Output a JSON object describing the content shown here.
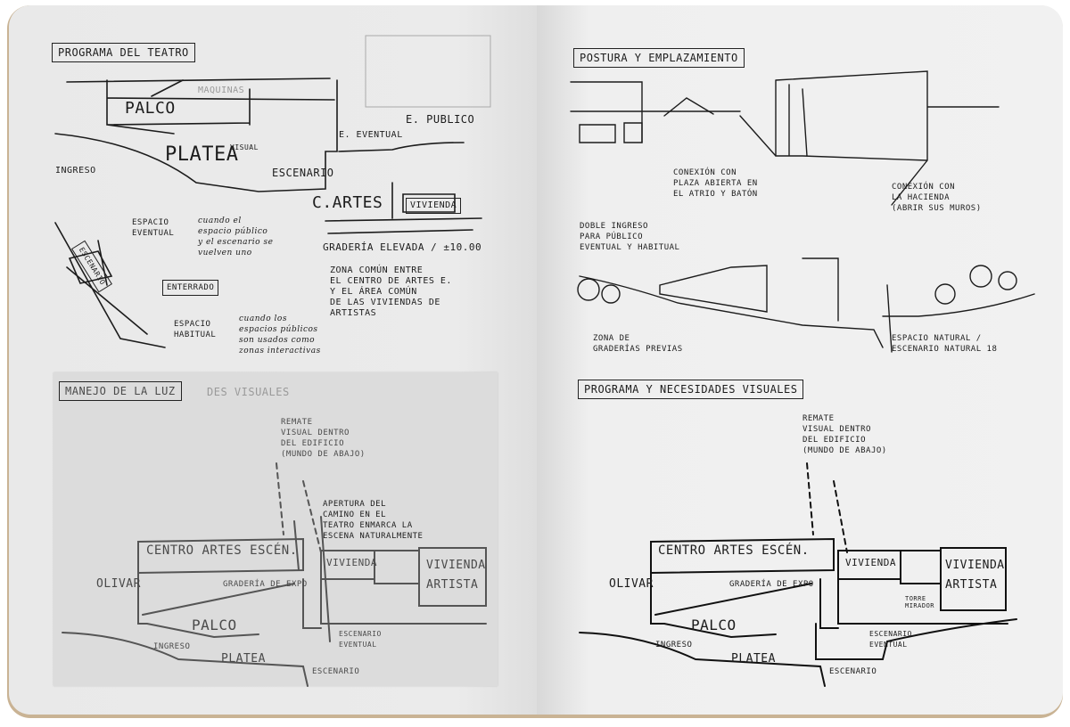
{
  "left_page": {
    "top": {
      "title": "PROGRAMA DEL TEATRO",
      "labels": [
        "MAQUINAS",
        "PALCO",
        "PLATEA",
        "VISUAL",
        "INGRESO",
        "E. EVENTUAL",
        "E. PUBLICO",
        "ESCENARIO",
        "C.ARTES",
        "VIVIENDA",
        "ESPACIO\nEVENTUAL",
        "cuando el\nespacio público\ny el escenario se\nvuelven uno",
        "ESCENARIO",
        "ENTERRADO",
        "ESPACIO\nHABITUAL",
        "cuando los\nespacios públicos\nson usados como\nzonas interactivas",
        "GRADERÍA ELEVADA / ±10.00",
        "ZONA COMÚN ENTRE\nEL CENTRO DE ARTES E.\nY EL ÁREA COMÚN\nDE LAS VIVIENDAS DE\nARTISTAS"
      ]
    },
    "bottom": {
      "title": "MANEJO DE LA LUZ",
      "title_faded": "DES VISUALES",
      "labels": [
        "REMATE\nVISUAL DENTRO\nDEL EDIFICIO\n(MUNDO DE ABAJO)",
        "APERTURA DEL\nCAMINO EN EL\nTEATRO ENMARCA LA\nESCENA NATURALMENTE",
        "CENTRO ARTES ESCÉN.",
        "VIVIENDA",
        "VIVIENDA\nARTISTA",
        "OLIVAR",
        "GRADERÍA DE EXPO",
        "PALCO",
        "INGRESO",
        "PLATEA",
        "ESCENARIO",
        "ESCENARIO\nEVENTUAL"
      ]
    }
  },
  "right_page": {
    "top": {
      "title": "POSTURA Y EMPLAZAMIENTO",
      "labels": [
        "CONEXIÓN CON\nPLAZA ABIERTA EN\nEL ATRIO Y BATÓN",
        "CONEXIÓN CON\nLA HACIENDA\n(ABRIR SUS MUROS)",
        "DOBLE INGRESO\nPARA PÚBLICO\nEVENTUAL Y HABITUAL",
        "ZONA DE\nGRADERÍAS PREVIAS",
        "ESPACIO NATURAL /\nESCENARIO NATURAL 18"
      ]
    },
    "bottom": {
      "title": "PROGRAMA Y NECESIDADES VISUALES",
      "labels": [
        "REMATE\nVISUAL DENTRO\nDEL EDIFICIO\n(MUNDO DE ABAJO)",
        "CENTRO ARTES ESCÉN.",
        "VIVIENDA",
        "VIVIENDA\nARTISTA",
        "OLIVAR",
        "GRADERÍA DE EXPO",
        "PALCO",
        "INGRESO",
        "PLATEA",
        "ESCENARIO",
        "ESCENARIO\nEVENTUAL",
        "TORRE\nMIRADOR"
      ]
    }
  },
  "colors": {
    "ink": "#1c1c1c",
    "pencil": "#4a4a4a",
    "page": "#ececec",
    "edge": "#c9b394"
  }
}
